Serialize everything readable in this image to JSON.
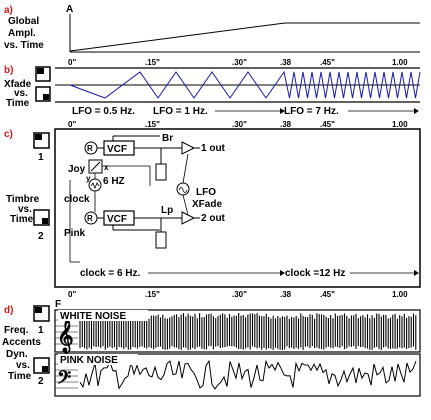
{
  "sections": [
    {
      "id": "a",
      "label": "a)"
    },
    {
      "id": "b",
      "label": "b)"
    },
    {
      "id": "c",
      "label": "c)"
    },
    {
      "id": "d",
      "label": "d)"
    }
  ],
  "section_a": {
    "ylabel_lines": [
      "Global",
      "Ampl.",
      "vs. Time"
    ],
    "axis_top": "A",
    "ticks": [
      "0\"",
      ".15\"",
      ".30\"",
      ".38",
      ".45\"",
      "1.00"
    ]
  },
  "section_b": {
    "ylabel_lines": [
      "Xfade",
      "vs.",
      "Time"
    ],
    "lfo_labels": [
      "LFO = 0.5 Hz.",
      "LFO = 1 Hz.",
      "LFO = 7 Hz."
    ],
    "ticks": [
      "0\"",
      ".15\"",
      ".30\"",
      ".38",
      ".45\"",
      "1.00"
    ]
  },
  "section_c": {
    "ylabel_lines": [
      "Timbre",
      "vs.",
      "Time"
    ],
    "voice_nums": [
      "1",
      "2"
    ],
    "nodes": {
      "r": "R",
      "vcf": "VCF",
      "br": "Br",
      "lp": "Lp",
      "out1": "1 out",
      "out2": "2 out",
      "joy": "Joy",
      "x": "x",
      "y": "y",
      "hz6": "6 HZ",
      "clock": "clock",
      "pink": "Pink",
      "lfo": "LFO",
      "xfade": "XFade"
    },
    "clock_labels": [
      "clock = 6 Hz.",
      "clock =12 Hz"
    ],
    "ticks": [
      "0\"",
      ".15\"",
      ".30\"",
      ".38",
      ".45\"",
      "1.00"
    ]
  },
  "section_d": {
    "top_letter": "F",
    "ylabel_lines": [
      "Freq.",
      "Accents",
      "Dyn.",
      "vs.",
      "Time"
    ],
    "voice_nums": [
      "1",
      "2"
    ],
    "noise_labels": [
      "WHITE NOISE",
      "PINK NOISE"
    ]
  }
}
